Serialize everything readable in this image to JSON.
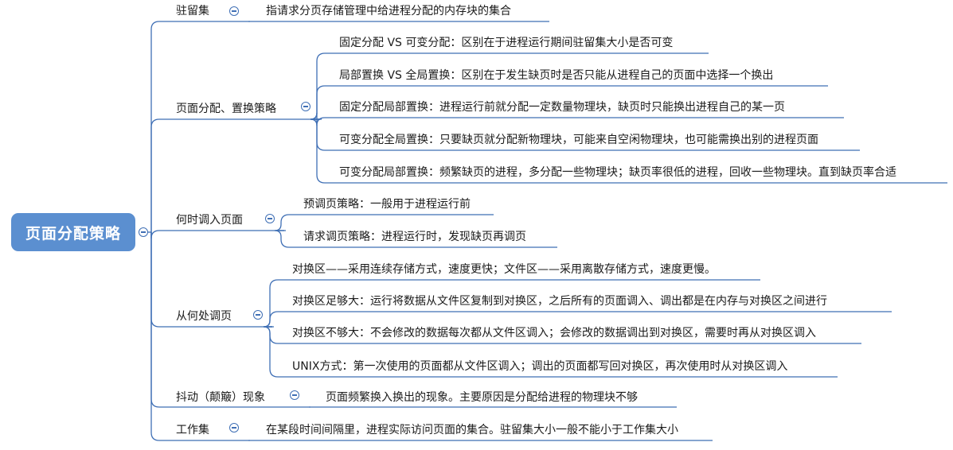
{
  "root": "页面分配策略",
  "accent_color": "#5b8fd0",
  "line_color": "#3f6fb5",
  "branches": [
    {
      "label": "驻留集",
      "children": [
        "指请求分页存储管理中给进程分配的内存块的集合"
      ]
    },
    {
      "label": "页面分配、置换策略",
      "children": [
        "固定分配 VS 可变分配：区别在于进程运行期间驻留集大小是否可变",
        "局部置换 VS 全局置换：区别在于发生缺页时是否只能从进程自己的页面中选择一个换出",
        "固定分配局部置换：进程运行前就分配一定数量物理块，缺页时只能换出进程自己的某一页",
        "可变分配全局置换：只要缺页就分配新物理块，可能来自空闲物理块，也可能需换出别的进程页面",
        "可变分配局部置换：频繁缺页的进程，多分配一些物理块；缺页率很低的进程，回收一些物理块。直到缺页率合适"
      ]
    },
    {
      "label": "何时调入页面",
      "children": [
        "预调页策略：一般用于进程运行前",
        "请求调页策略：进程运行时，发现缺页再调页"
      ]
    },
    {
      "label": "从何处调页",
      "children": [
        "对换区——采用连续存储方式，速度更快；文件区——采用离散存储方式，速度更慢。",
        "对换区足够大：运行将数据从文件区复制到对换区，之后所有的页面调入、调出都是在内存与对换区之间进行",
        "对换区不够大：不会修改的数据每次都从文件区调入；会修改的数据调出到对换区，需要时再从对换区调入",
        "UNIX方式：第一次使用的页面都从文件区调入；调出的页面都写回对换区，再次使用时从对换区调入"
      ]
    },
    {
      "label": "抖动（颠簸）现象",
      "children": [
        "页面频繁换入换出的现象。主要原因是分配给进程的物理块不够"
      ]
    },
    {
      "label": "工作集",
      "children": [
        "在某段时间间隔里，进程实际访问页面的集合。驻留集大小一般不能小于工作集大小"
      ]
    }
  ]
}
